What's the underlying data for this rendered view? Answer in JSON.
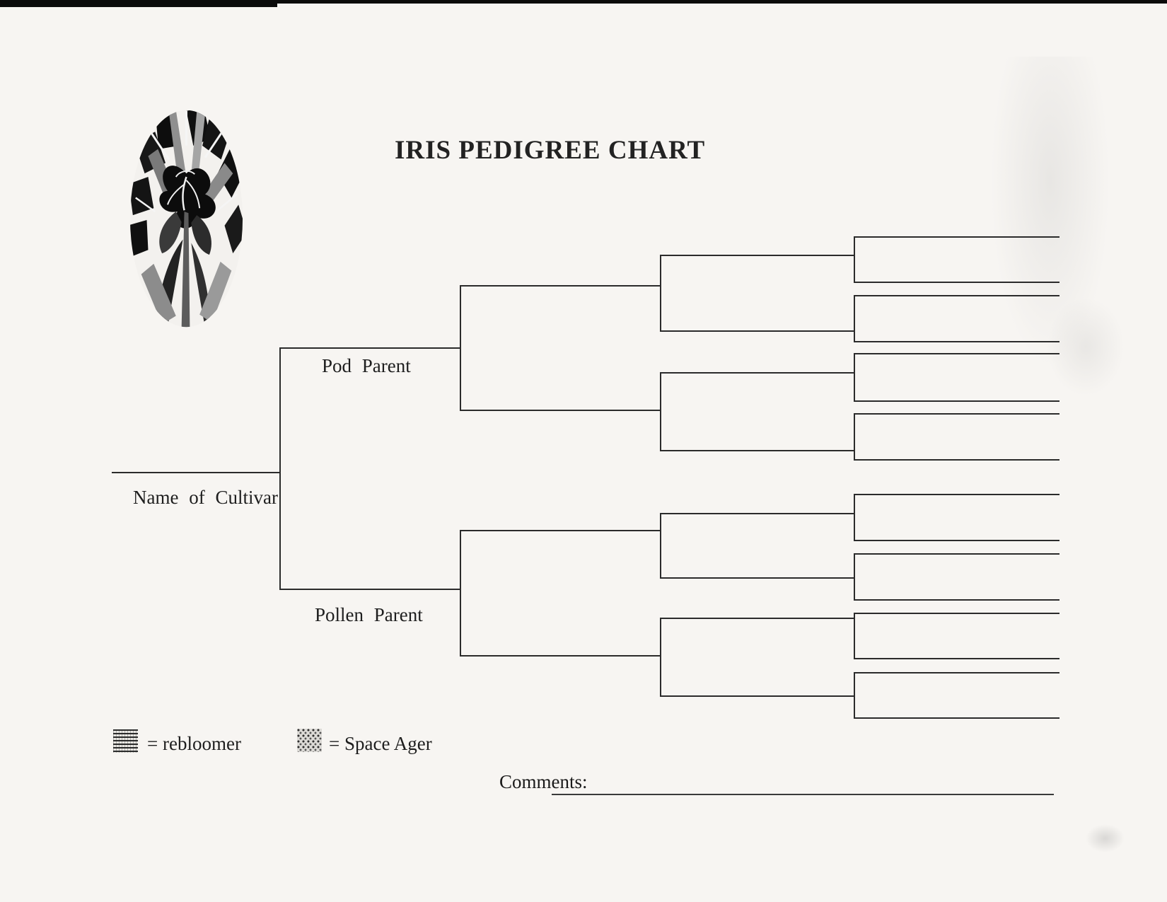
{
  "title": "IRIS PEDIGREE CHART",
  "pedigree": {
    "cultivar_label": "Name of Cultivar",
    "pod_parent_label": "Pod Parent",
    "pollen_parent_label": "Pollen Parent",
    "generations": 5,
    "slots_per_generation": [
      1,
      2,
      4,
      8,
      16
    ],
    "all_slots_blank": true
  },
  "legend": {
    "items": [
      {
        "swatch": "hatched-square",
        "label": "= rebloomer"
      },
      {
        "swatch": "stippled-square",
        "label": "= Space Ager"
      }
    ]
  },
  "comments": {
    "label": "Comments:",
    "value": ""
  },
  "colors": {
    "paper": "#f7f5f2",
    "ink": "#1c1c1c",
    "line": "#2b2b2b"
  }
}
